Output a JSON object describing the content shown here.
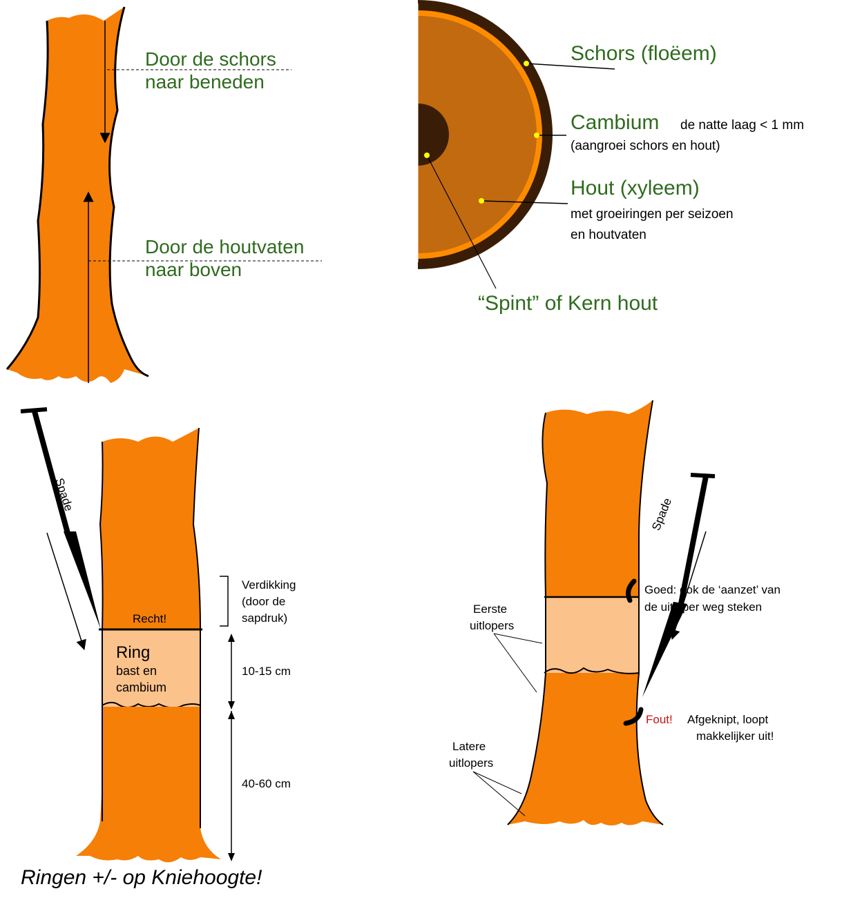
{
  "panel_flow": {
    "label_down_line1": "Door de schors",
    "label_down_line2": "naar beneden",
    "label_up_line1": "Door de houtvaten",
    "label_up_line2": "naar boven"
  },
  "panel_cross_section": {
    "schors_label": "Schors (floëem)",
    "cambium_label": "Cambium",
    "cambium_note": "de natte laag < 1 mm",
    "cambium_note2": "(aangroei schors en hout)",
    "hout_label": "Hout (xyleem)",
    "hout_note1": "met groeiringen per seizoen",
    "hout_note2": "en houtvaten",
    "kern_label": "“Spint” of Kern hout"
  },
  "panel_ringing": {
    "spade_label": "Spade",
    "recht_label": "Recht!",
    "ring_label": "Ring",
    "ring_note1": "bast en",
    "ring_note2": "cambium",
    "verdikking_line1": "Verdikking",
    "verdikking_line2": "(door de",
    "verdikking_line3": "sapdruk)",
    "dim_ring": "10-15 cm",
    "dim_below": "40-60 cm"
  },
  "panel_shoots": {
    "spade_label": "Spade",
    "eerste_line1": "Eerste",
    "eerste_line2": "uitlopers",
    "latere_line1": "Latere",
    "latere_line2": "uitlopers",
    "goed_line1": "Goed: ook de ‘aanzet’ van",
    "goed_line2": "de uitloper weg steken",
    "fout_label": "Fout!",
    "fout_line1": "Afgeknipt, loopt",
    "fout_line2": "makkelijker uit!"
  },
  "caption": "Ringen +/- op Kniehoogte!",
  "colors": {
    "trunk": "#f57f07",
    "ring_band": "#fcc28c",
    "bark_dark": "#3a1d06",
    "wood": "#c26a0f",
    "cambium": "#ff8c00",
    "label_green": "#2f6b1f",
    "fout_red": "#cc1111",
    "dot_yellow": "#ffff00"
  }
}
